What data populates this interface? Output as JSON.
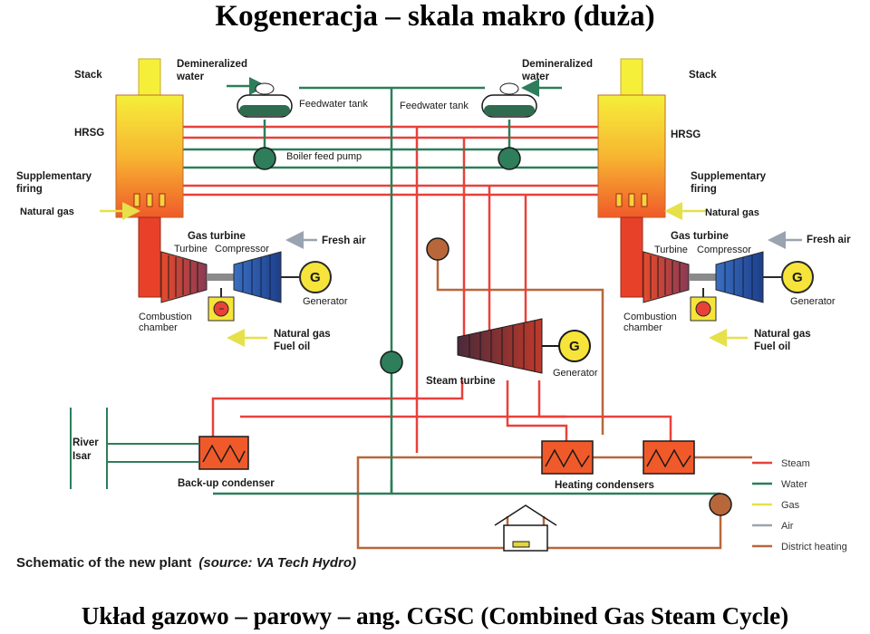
{
  "title": "Kogeneracja – skala makro (duża)",
  "subtitle": "Układ gazowo – parowy – ang. CGSC (Combined Gas Steam Cycle)",
  "labels": {
    "stack_left": "Stack",
    "stack_right": "Stack",
    "demin_left_1": "Demineralized",
    "demin_left_2": "water",
    "demin_right_1": "Demineralized",
    "demin_right_2": "water",
    "feedwater_left": "Feedwater tank",
    "feedwater_right": "Feedwater tank",
    "hrsg_left": "HRSG",
    "hrsg_right": "HRSG",
    "boiler_feed_pump": "Boiler feed pump",
    "supp_left_1": "Supplementary",
    "supp_left_2": "firing",
    "supp_right_1": "Supplementary",
    "supp_right_2": "firing",
    "natgas_left": "Natural gas",
    "natgas_right": "Natural gas",
    "gt_left": "Gas turbine",
    "gt_right": "Gas turbine",
    "turbine_left": "Turbine",
    "turbine_right": "Turbine",
    "compressor_left": "Compressor",
    "compressor_right": "Compressor",
    "fresh_air_left": "Fresh air",
    "fresh_air_right": "Fresh air",
    "generator_left": "Generator",
    "generator_right": "Generator",
    "generator_center": "Generator",
    "g_symbol": "G",
    "comb_left_1": "Combustion",
    "comb_left_2": "chamber",
    "comb_right_1": "Combustion",
    "comb_right_2": "chamber",
    "fuel_left_1": "Natural gas",
    "fuel_left_2": "Fuel oil",
    "fuel_right_1": "Natural gas",
    "fuel_right_2": "Fuel oil",
    "steam_turbine": "Steam turbine",
    "river_1": "River",
    "river_2": "Isar",
    "backup_condenser": "Back-up condenser",
    "heating_condensers": "Heating condensers",
    "caption_main": "Schematic of the new plant",
    "caption_source": "(source: VA Tech Hydro)"
  },
  "legend": [
    {
      "label": "Steam",
      "color": "#e8413a"
    },
    {
      "label": "Water",
      "color": "#2e7d5b"
    },
    {
      "label": "Gas",
      "color": "#e6e04a"
    },
    {
      "label": "Air",
      "color": "#9aa3b0"
    },
    {
      "label": "District heating",
      "color": "#b8673a"
    }
  ]
}
